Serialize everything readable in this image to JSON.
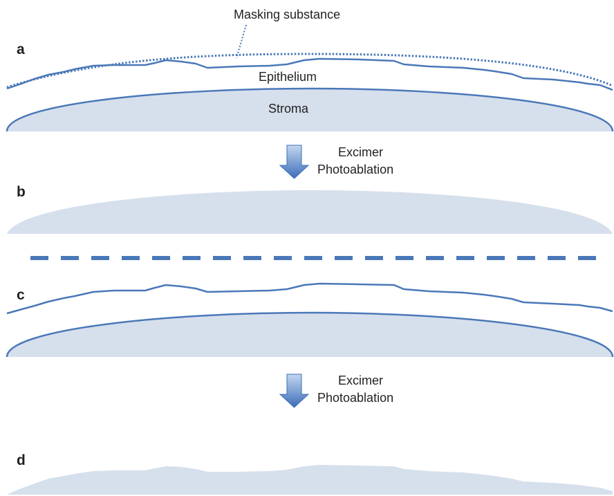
{
  "panels": {
    "a": "a",
    "b": "b",
    "c": "c",
    "d": "d"
  },
  "labels": {
    "masking": "Masking substance",
    "epithelium": "Epithelium",
    "stroma": "Stroma"
  },
  "arrows": [
    {
      "line1": "Excimer",
      "line2": "Photoablation"
    },
    {
      "line1": "Excimer",
      "line2": "Photoablation"
    }
  ],
  "colors": {
    "stroke": "#4a78b8",
    "fill": "#d6dfec",
    "arrow_top": "#b9cfee",
    "arrow_bottom": "#3d6fba",
    "text": "#231f20"
  }
}
